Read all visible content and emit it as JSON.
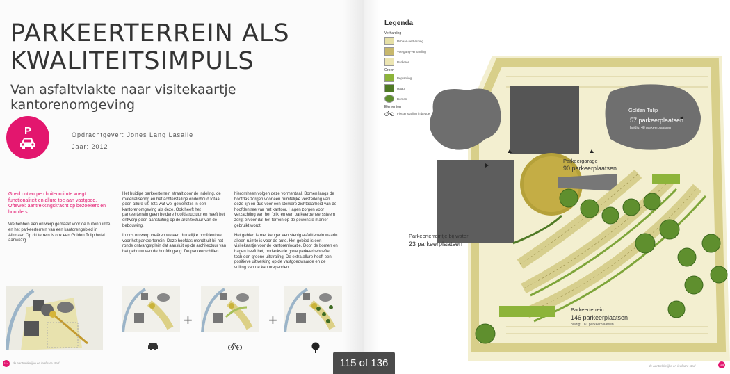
{
  "left_page": {
    "title_line1": "PARKEERTERREIN ALS",
    "title_line2": "KWALITEITSIMPULS",
    "subtitle": "Van asfaltvlakte naar visitekaartje kantorenomgeving",
    "pictogram_letter": "P",
    "client": "Opdrachtgever: Jones Lang Lasalle",
    "year": "Jaar: 2012",
    "lead": "Goed ontworpen buitenruimte voegt functionaliteit en allure toe aan vastgoed. Oftewel: aantrekkingskracht op bezoekers en huurders.",
    "col1_p1": "We hebben een ontwerp gemaakt voor de buitenruimte en het parkeerterrein van een kantorengebied in Alkmaar. Op dit terrein is ook een Golden Tulip hotel aanwezig.",
    "col2_p1": "Het huidige parkeerterrein straalt door de indeling, de materialisering en het achterstallige onderhoud totaal geen allure uit. Iets wat wel gewenst is in een kantorenomgeving als deze. Ook heeft het parkeerterrein geen heldere hoofdstructuur en heeft het ontwerp geen aansluiting op de architectuur van de bebouwing.",
    "col2_p2": "In ons ontwerp creëren we een duidelijke hoofdentree voor het parkeerterrein. Deze hoofdas mondt uit bij het ronde ontvangstplein dat aansluit op de architectuur van het gebouw van de hoofdingang. De parkeerschillen",
    "col3_p1": "hieromheen volgen deze vormentaal. Bomen langs de hoofdas zorgen voor een ruimtelijke versterking van deze lijn en dus voor een sterkere zichtbaarheid van de hoofdentree van het kantoor. Hagen zorgen voor verzachting van het 'blik' en een parkeerbeheerssteem zorgt ervoor dat het terrein op de gewenste manier gebruikt wordt.",
    "col3_p2": "Het gebied is met kenger een stenig asfaltterrein waarin alleen ruimte is voor de auto. Het gebied is een visitekaartje voor de kantorenlocatie. Door de bomen en hagen heeft het, ondanks de grote parkeerbehoefte, toch een groene uitstraling. De extra allure heeft een positieve uitwerking op de vastgoedwaarde en de vulling van de kantorepanden.",
    "plus1": "+",
    "plus2": "+",
    "footer_page": "114",
    "footer_text": "de aantrekkelijke en leefbare stad"
  },
  "right_page": {
    "legend_title": "Legenda",
    "legend_groups": [
      {
        "name": "Verharding",
        "items": [
          {
            "label": "Rijbaan-verharding",
            "color": "#e6e0a6"
          },
          {
            "label": "Voetgang-verharding",
            "color": "#c8b86c"
          },
          {
            "label": "Parkeren",
            "color": "#ece5b2"
          }
        ]
      },
      {
        "name": "Groen",
        "items": [
          {
            "label": "Beplanting",
            "color": "#8db43a"
          },
          {
            "label": "Haag",
            "color": "#4f7a25"
          },
          {
            "label": "Bomen",
            "color": "#5f8f2e"
          }
        ]
      },
      {
        "name": "Elementen",
        "items": [
          {
            "label": "Fietsenstalling in beugel",
            "color": "#ffffff"
          }
        ]
      }
    ],
    "map_labels": {
      "golden_tulip": "Golden Tulip",
      "golden_tulip_places": "57 parkeerplaatsen",
      "golden_tulip_note": "huidig: 48 parkeerplaatsen",
      "garage": "Parkeergarage",
      "garage_places": "90 parkeerplaatsen",
      "water": "Parkeerterreintje bij water",
      "water_places": "23 parkeerplaatsen",
      "main": "Parkeerterrein",
      "main_places": "146 parkeerplaatsen",
      "main_note": "huidig: 181 parkeerplaatsen"
    },
    "footer_page": "115",
    "footer_text": "de aantrekkelijke en leefbare stad"
  },
  "viewer": {
    "pager": "115 of 136"
  },
  "colors": {
    "accent": "#e3166e",
    "road": "#e6e0a6",
    "building": "#6d6d6d"
  }
}
